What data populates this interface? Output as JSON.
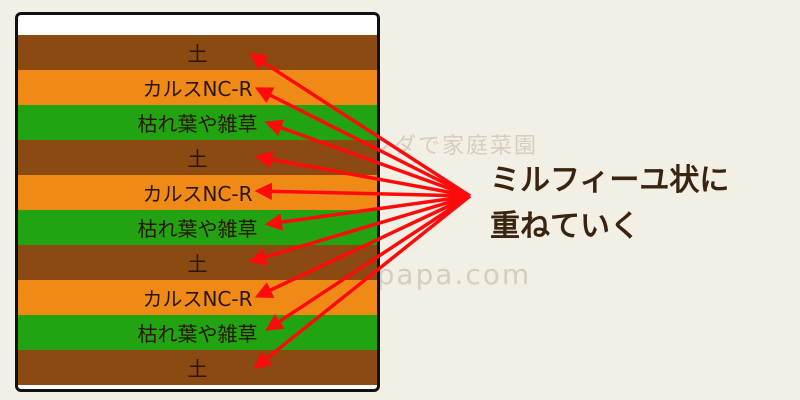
{
  "watermark": {
    "line1": "今日もベランダで家庭菜園",
    "line2": "garden papa.com"
  },
  "layers": [
    {
      "label": "土",
      "kind": "soil"
    },
    {
      "label": "カルスNC-R",
      "kind": "calus"
    },
    {
      "label": "枯れ葉や雑草",
      "kind": "leaf"
    },
    {
      "label": "土",
      "kind": "soil"
    },
    {
      "label": "カルスNC-R",
      "kind": "calus"
    },
    {
      "label": "枯れ葉や雑草",
      "kind": "leaf"
    },
    {
      "label": "土",
      "kind": "soil"
    },
    {
      "label": "カルスNC-R",
      "kind": "calus"
    },
    {
      "label": "枯れ葉や雑草",
      "kind": "leaf"
    },
    {
      "label": "土",
      "kind": "soil"
    }
  ],
  "callout": {
    "line1": "ミルフィーユ状に",
    "line2": "重ねていく"
  },
  "colors": {
    "soil": "#8a4a12",
    "calus": "#f08a17",
    "leaf": "#22a312",
    "arrow": "#ff0a0a",
    "background": "#f2efe4"
  }
}
